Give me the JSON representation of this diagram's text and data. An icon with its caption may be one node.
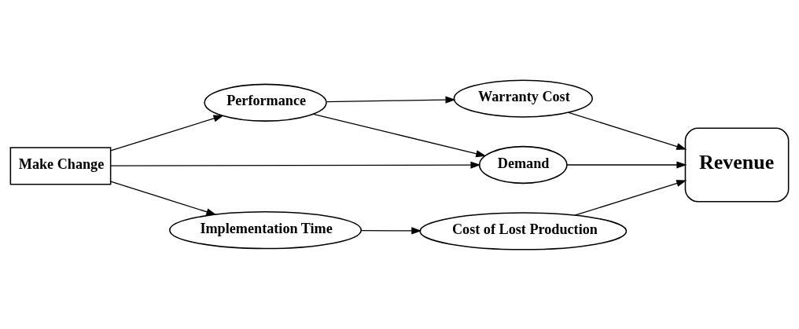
{
  "diagram": {
    "nodes": [
      {
        "text": [
          "Make Change"
        ]
      },
      {
        "text": [
          "Performance"
        ]
      },
      {
        "text": [
          "Warranty Cost"
        ]
      },
      {
        "text": [
          "Demand"
        ]
      },
      {
        "text": [
          "Implementation Time"
        ]
      },
      {
        "text": [
          "Cost of Lost Production"
        ]
      },
      {
        "text": [
          "Revenue"
        ]
      }
    ],
    "edges": [
      {
        "from": 0,
        "to": 1,
        "arrow": "to"
      },
      {
        "from": 1,
        "to": 2,
        "arrow": "to"
      },
      {
        "from": 1,
        "to": 3,
        "arrow": "to"
      },
      {
        "from": 0,
        "to": 3,
        "arrow": "to"
      },
      {
        "from": 0,
        "to": 4,
        "arrow": "to"
      },
      {
        "from": 4,
        "to": 5,
        "arrow": "to"
      },
      {
        "from": 2,
        "to": 6,
        "arrow": "to"
      },
      {
        "from": 3,
        "to": 6,
        "arrow": "to"
      },
      {
        "from": 5,
        "to": 6,
        "arrow": "to"
      }
    ]
  }
}
